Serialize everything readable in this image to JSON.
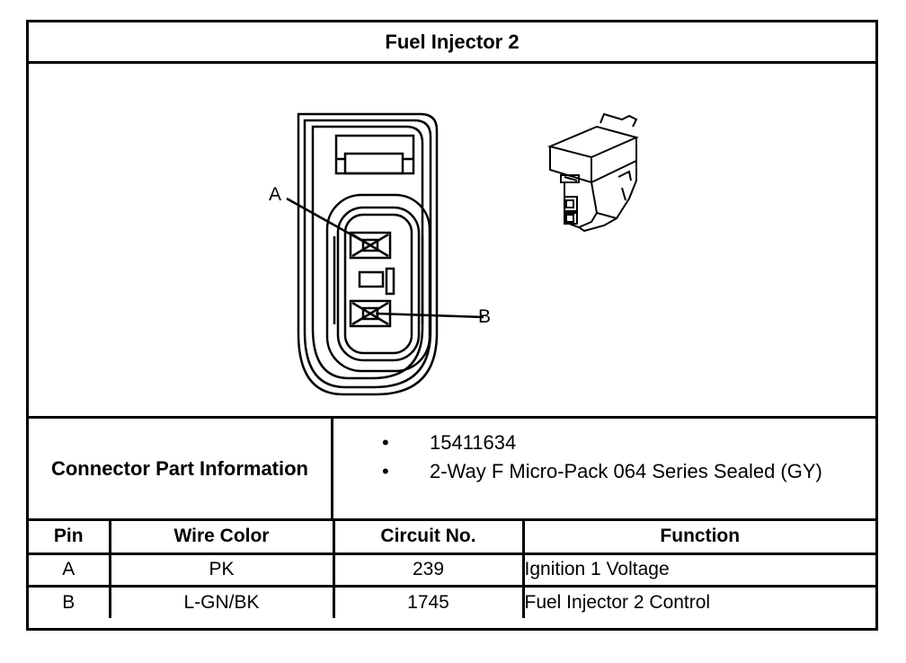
{
  "title": "Fuel Injector 2",
  "diagram": {
    "pin_labels": [
      "A",
      "B"
    ]
  },
  "connector_info": {
    "label": "Connector Part Information",
    "items": [
      "15411634",
      "2-Way F Micro-Pack 064 Series Sealed (GY)"
    ]
  },
  "pin_table": {
    "headers": [
      "Pin",
      "Wire Color",
      "Circuit No.",
      "Function"
    ],
    "rows": [
      [
        "A",
        "PK",
        "239",
        "Ignition 1 Voltage"
      ],
      [
        "B",
        "L-GN/BK",
        "1745",
        "Fuel Injector 2 Control"
      ]
    ]
  }
}
